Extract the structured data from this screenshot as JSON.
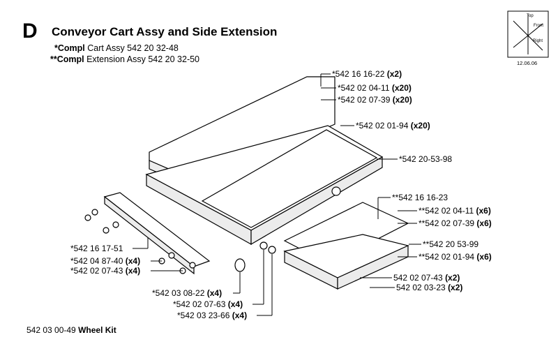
{
  "header": {
    "section_letter": "D",
    "title": "Conveyor Cart Assy and Side Extension",
    "line1_prefix": "*Compl",
    "line1_text": " Cart Assy 542 20 32-48",
    "line2_prefix": "**Compl",
    "line2_text": " Extension Assy 542 20 32-50",
    "date": "12.06.06"
  },
  "orientation": {
    "top": "Top",
    "front": "Front",
    "right": "Right"
  },
  "callouts": [
    {
      "part": "*542 16 16-22 ",
      "qty": "(x2)"
    },
    {
      "part": "*542 02 04-11 ",
      "qty": "(x20)"
    },
    {
      "part": "*542 02 07-39 ",
      "qty": "(x20)"
    },
    {
      "part": "*542 02 01-94 ",
      "qty": "(x20)"
    },
    {
      "part": "*542 20-53-98",
      "qty": ""
    },
    {
      "part": "**542 16 16-23",
      "qty": ""
    },
    {
      "part": "**542 02 04-11 ",
      "qty": "(x6)"
    },
    {
      "part": "**542 02 07-39 ",
      "qty": "(x6)"
    },
    {
      "part": "**542 20 53-99",
      "qty": ""
    },
    {
      "part": "**542 02 01-94 ",
      "qty": "(x6)"
    },
    {
      "part": "542 02 07-43 ",
      "qty": "(x2)"
    },
    {
      "part": "542 02 03-23 ",
      "qty": "(x2)"
    },
    {
      "part": "*542 16 17-51",
      "qty": ""
    },
    {
      "part": "*542 04 87-40 ",
      "qty": "(x4)"
    },
    {
      "part": "*542 02 07-43 ",
      "qty": "(x4)"
    },
    {
      "part": "*542 03 08-22 ",
      "qty": "(x4)"
    },
    {
      "part": "*542 02 07-63 ",
      "qty": "(x4)"
    },
    {
      "part": "*542 03 23-66 ",
      "qty": "(x4)"
    }
  ],
  "footer": {
    "number": "542 03 00-49 ",
    "name": "Wheel Kit"
  }
}
